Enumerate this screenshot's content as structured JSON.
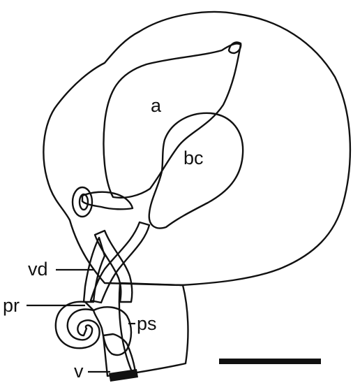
{
  "labels": {
    "a": "a",
    "bc": "bc",
    "vd": "vd",
    "pr": "pr",
    "ps": "ps",
    "v": "v"
  },
  "colors": {
    "ink": "#111111",
    "background": "#ffffff"
  }
}
